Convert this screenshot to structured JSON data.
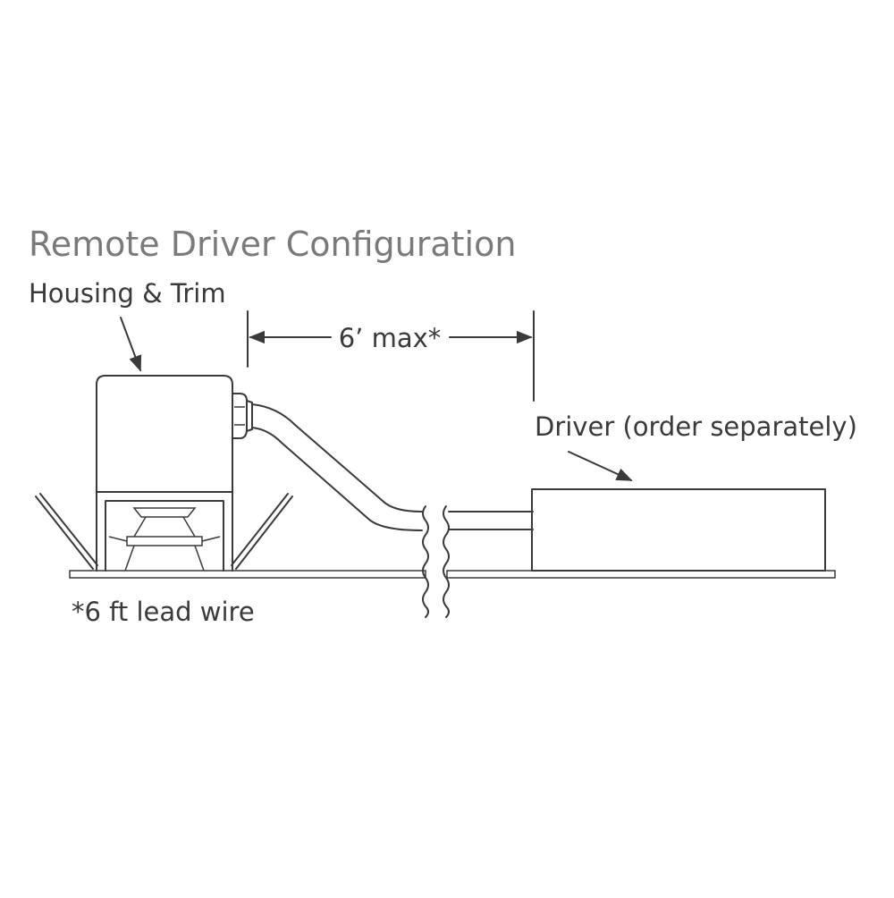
{
  "diagram": {
    "title": "Remote Driver Configuration",
    "labels": {
      "housing": "Housing & Trim",
      "distance": "6’ max*",
      "driver": "Driver (order separately)",
      "footnote": "*6 ft lead wire"
    }
  }
}
